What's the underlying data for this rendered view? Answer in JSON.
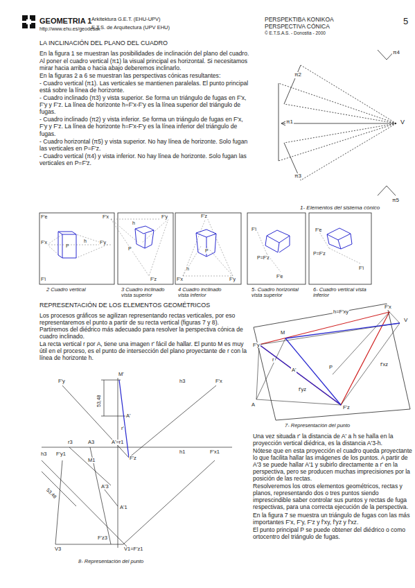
{
  "diagram": {
    "title": "GEOMETRIA 1",
    "labels": [
      "Arkitektura G.E.T. (EHU-UPV)",
      "http://www.ehu.es/geodesak",
      "E.T.S. de Arquitectura (UPV EHU)",
      "PERSPEKTIBA KONIKOA",
      "PERSPECTIVA CÓNICA",
      "© E.T.S.A.S. - Donostia - 2000",
      "5",
      "LA INCLINACIÓN DEL PLANO DEL CUADRO",
      "En la figura 1 se muestran las posibilidades de inclinación del plano del cuadro.",
      "Al poner el cuadro vertical (π1) la visual principal es horizontal. Si necesitamos mirar hacia arriba o hacia abajo deberemos inclinarlo.",
      "En la figuras 2 a 6 se muestran las perspectivas cónicas resultantes:",
      "- Cuadro vertical (π1). Las verticales se mantienen paralelas. El punto principal está sobre la línea de horizonte.",
      "- Cuadro inclinado (π3) y vista superior. Se forma un triángulo de fugas en F'x, F'y y F'z. La línea de horizonte h=F'x-F'y es la línea superior del triángulo de fugas.",
      "- Cuadro inclinado (π2) y vista inferior. Se forma un triángulo de fugas en F'x, F'y y F'z. La línea de horizonte h=F'x-F'y es la línea inferior del triángulo de fugas.",
      "- Cuadro horizontal (π5) y vista superior. No hay línea de horizonte. Solo fugan las verticales en P=F'z.",
      "- Cuadro vertical (π4) y vista inferior. No hay línea de horizonte. Solo fugan las verticales en P=F'z.",
      "π4",
      "π2",
      "π1",
      "V",
      "π3",
      "π5",
      "1- Elementos del sistema cónico",
      "F'e",
      "F'x",
      "h",
      "P",
      "F'y",
      "F'i",
      "F'x",
      "h",
      "F'y",
      "P",
      "F'z",
      "F'z",
      "P",
      "h",
      "F'x",
      "F'y",
      "F'i",
      "P=F'z",
      "F'e",
      "F'e",
      "P=F'z",
      "F'i",
      "2 Cuadro vertical",
      "3 Cuadro inclinado vista superior",
      "4 Cuadro inclinado vista inferior",
      "5- Cuadro horizontal vista superior",
      "6- Cuadro vertical vista inferior",
      "REPRESENTACIÓN DE LOS ELEMENTOS GEOMÉTRICOS",
      "Los procesos gráficos se agilizan representando rectas verticales, por eso representaremos el punto a partir de su recta vertical (figuras 7 y 8). Partiremos del diédrico más adecuado para resolver la perspectiva cónica de cuadro inclinado.",
      "La recta vertical r por A, tiene una imagen r' fácil de hallar. El punto M es muy útil en el proceso, es el punto de intersección del plano proyectante de r con la línea de horizonte h.",
      "F'x",
      "h=F'xy",
      "V",
      "M",
      "F'y",
      "r",
      "A'",
      "P",
      "f'xz",
      "f'yz",
      "A",
      "F'z",
      "7- Representación del punto",
      "Una vez situada r' la distancia de A' a h se halla en la proyección vertical diédrica, es la distancia A'3-h.",
      "Nótese que en esta proyección el cuadro queda proyectante lo que facilita hallar las imágenes de los puntos. A partir de A'3 se puede hallar A'1 y subirlo directamente a r' en la perspectiva, pero se producen muchas imprecisiones por la posición de las rectas.",
      "Resolveremos los otros elementos geométricos, rectas y planos, representando dos o tres puntos siendo imprescindible saber controlar sus puntos y rectas de fuga respectivas, para una correcta ejecución de la perspectiva.",
      "En la figura 7 se muestra un triángulo de fugas con las más importantes F'x, F'y, F'z y f'xy, f'yz y f'xz.",
      "El punto principal P se puede obtener del diédrico o como ortocentro del triángulo de fugas.",
      "F'y",
      "M'",
      "h3",
      "F'x",
      "53,48",
      "A'",
      "r'",
      "r3",
      "A3",
      "A'=r1",
      "M1",
      "F'z",
      "h1",
      "F'x1",
      "h3",
      "F'y1",
      "53,48",
      "A'3",
      "A'1",
      "F'z3",
      "V3",
      "V1=F'z1",
      "8- Representación del punto"
    ]
  }
}
